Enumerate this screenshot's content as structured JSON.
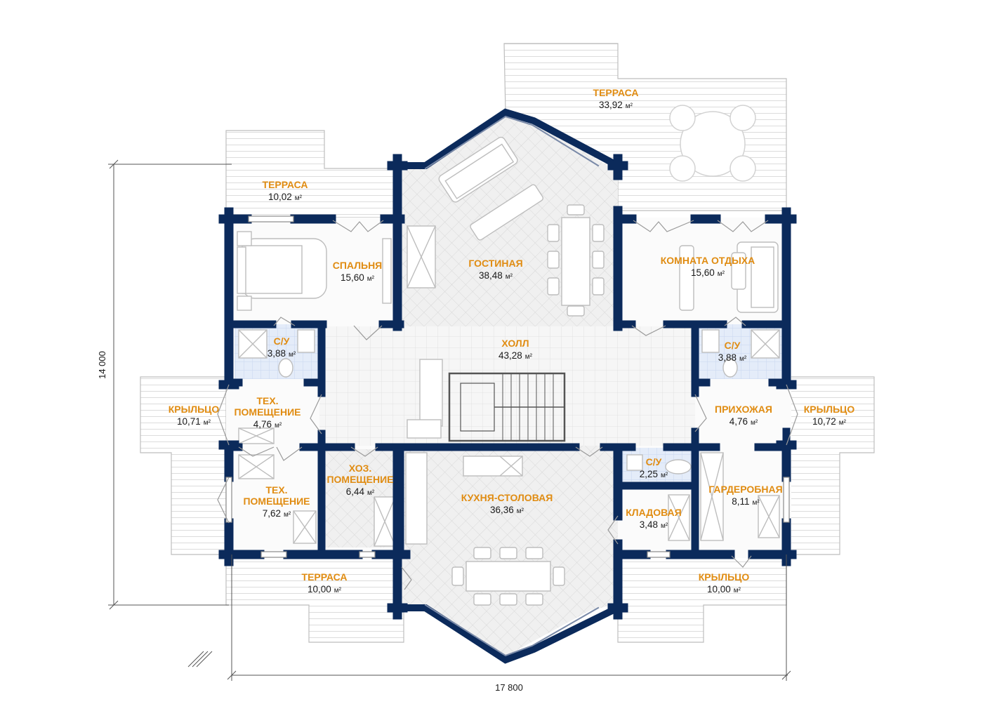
{
  "colors": {
    "wall": "#0b2a5b",
    "label": "#e08c12",
    "text": "#1a1a1a",
    "wet_tile": "#dbe6f7",
    "floor_tile": "#f3f3f3",
    "line": "#c9c9c9"
  },
  "area_unit": "м²",
  "dimensions": {
    "width": "17 800",
    "height": "14 000"
  },
  "rooms": [
    {
      "id": "terrace-ne",
      "lines": [
        "ТЕРРАСА"
      ],
      "area": "33,92"
    },
    {
      "id": "terrace-nw",
      "lines": [
        "ТЕРРАСА"
      ],
      "area": "10,02"
    },
    {
      "id": "bedroom",
      "lines": [
        "СПАЛЬНЯ"
      ],
      "area": "15,60"
    },
    {
      "id": "living",
      "lines": [
        "ГОСТИНАЯ"
      ],
      "area": "38,48"
    },
    {
      "id": "rest-room",
      "lines": [
        "КОМНАТА ОТДЫХА"
      ],
      "area": "15,60"
    },
    {
      "id": "bath-west",
      "lines": [
        "С/У"
      ],
      "area": "3,88"
    },
    {
      "id": "hall",
      "lines": [
        "ХОЛЛ"
      ],
      "area": "43,28"
    },
    {
      "id": "bath-east",
      "lines": [
        "С/У"
      ],
      "area": "3,88"
    },
    {
      "id": "porch-west",
      "lines": [
        "КРЫЛЬЦО"
      ],
      "area": "10,71"
    },
    {
      "id": "tech-room-1",
      "lines": [
        "ТЕХ.",
        "ПОМЕЩЕНИЕ"
      ],
      "area": "4,76"
    },
    {
      "id": "entrance-hall",
      "lines": [
        "ПРИХОЖАЯ"
      ],
      "area": "4,76"
    },
    {
      "id": "porch-east",
      "lines": [
        "КРЫЛЬЦО"
      ],
      "area": "10,72"
    },
    {
      "id": "utility-room",
      "lines": [
        "ХОЗ.",
        "ПОМЕЩЕНИЕ"
      ],
      "area": "6,44"
    },
    {
      "id": "bath-small",
      "lines": [
        "С/У"
      ],
      "area": "2,25"
    },
    {
      "id": "tech-room-2",
      "lines": [
        "ТЕХ.",
        "ПОМЕЩЕНИЕ"
      ],
      "area": "7,62"
    },
    {
      "id": "kitchen-dining",
      "lines": [
        "КУХНЯ-СТОЛОВАЯ"
      ],
      "area": "36,36"
    },
    {
      "id": "wardrobe",
      "lines": [
        "ГАРДЕРОБНАЯ"
      ],
      "area": "8,11"
    },
    {
      "id": "pantry",
      "lines": [
        "КЛАДОВАЯ"
      ],
      "area": "3,48"
    },
    {
      "id": "terrace-s",
      "lines": [
        "ТЕРРАСА"
      ],
      "area": "10,00"
    },
    {
      "id": "porch-south",
      "lines": [
        "КРЫЛЬЦО"
      ],
      "area": "10,00"
    }
  ]
}
